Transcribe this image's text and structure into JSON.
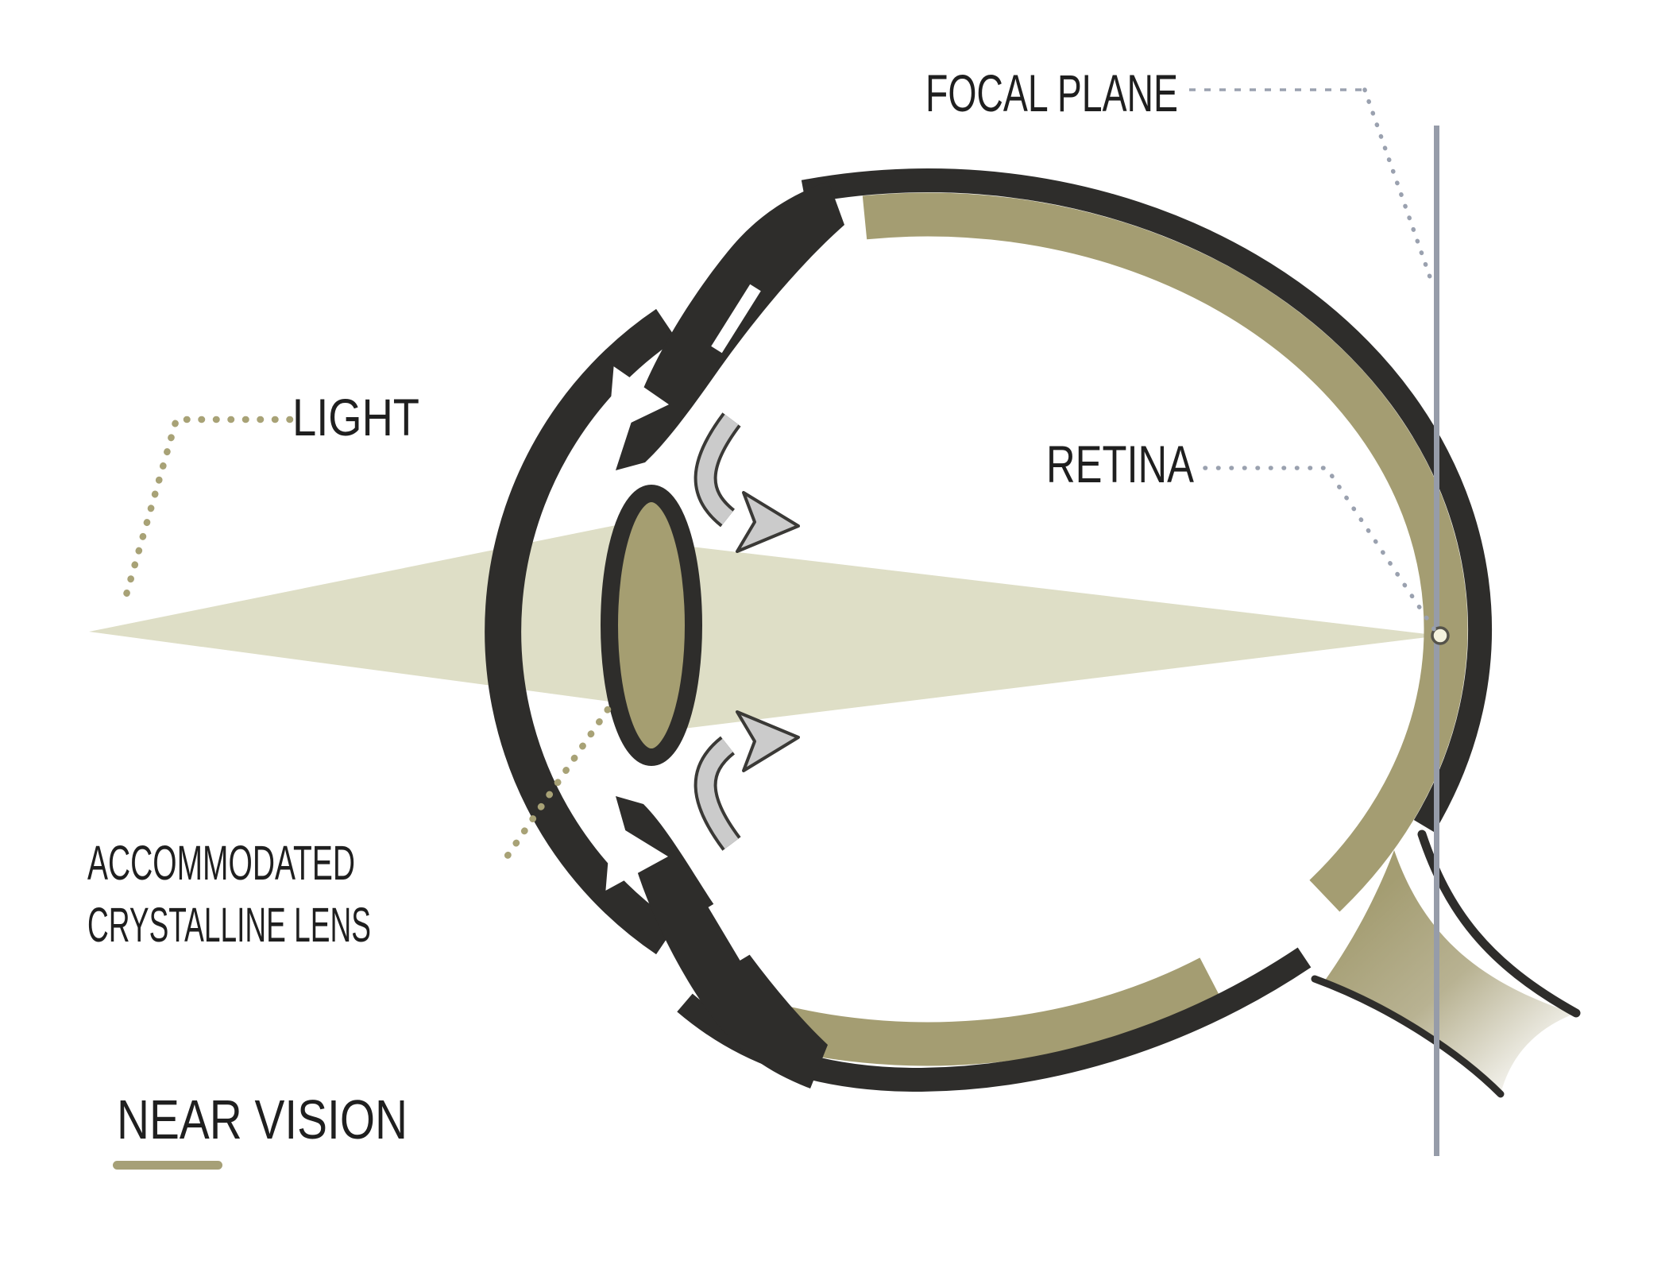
{
  "diagram": {
    "labels": {
      "focal_plane": "FOCAL PLANE",
      "light": "LIGHT",
      "retina": "RETINA",
      "lens_line1": "ACCOMMODATED",
      "lens_line2": "CRYSTALLINE LENS"
    },
    "caption": {
      "text": "NEAR VISION"
    },
    "colors": {
      "outline_dark": "#2e2d2b",
      "retina_band": "#a49d72",
      "lens_fill": "#a59e71",
      "light_beam": "#dedec6",
      "leader_gray": "#9aa1af",
      "leader_olive": "#a8a276",
      "focal_plane_line": "#969ca9",
      "focal_point_fill": "#f4f2de",
      "focal_point_stroke": "#55534a",
      "arrow_fill": "#cbcbcb",
      "arrow_outline": "#3a3936",
      "text": "#1f1f1f",
      "caption_underline": "#a6a077"
    }
  }
}
